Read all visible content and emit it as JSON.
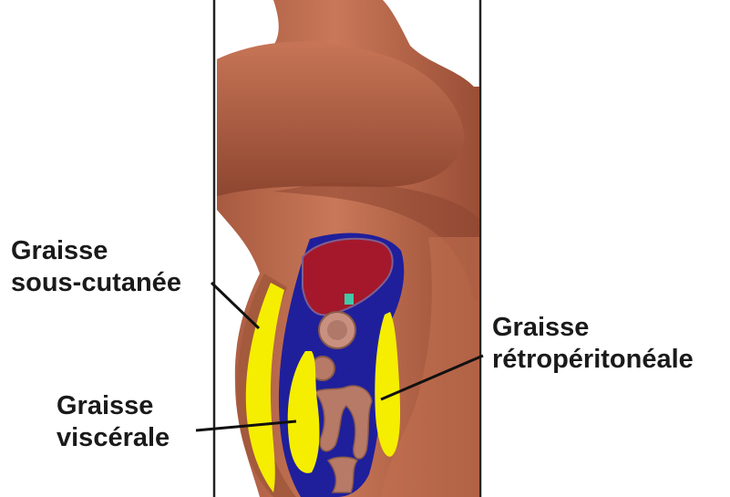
{
  "labels": {
    "subcutaneous": {
      "line1": "Graisse",
      "line2": "sous-cutanée"
    },
    "visceral": {
      "line1": "Graisse",
      "line2": "viscérale"
    },
    "retroperitoneal": {
      "line1": "Graisse",
      "line2": "rétropéritonéale"
    }
  },
  "colors": {
    "skin": "#b8644a",
    "fat": "#f5ee00",
    "abdominal_cavity": "#1f1f9c",
    "liver": "#a5182b",
    "intestine": "#b77a66",
    "frame": "#222222"
  }
}
